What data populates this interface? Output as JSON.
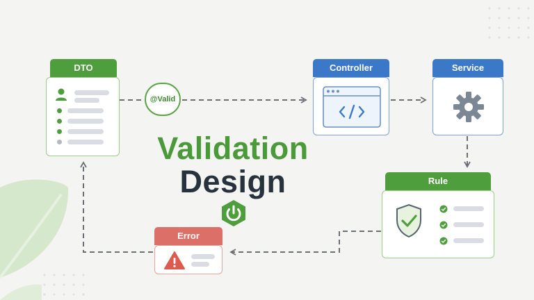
{
  "title": {
    "line1": "Validation",
    "line2": "Design"
  },
  "annotation": {
    "valid": "@Valid"
  },
  "nodes": {
    "dto": {
      "label": "DTO"
    },
    "controller": {
      "label": "Controller"
    },
    "service": {
      "label": "Service"
    },
    "rule": {
      "label": "Rule"
    },
    "error": {
      "label": "Error"
    }
  },
  "icons": {
    "dto": "user-icon",
    "controller": "code-window-icon",
    "service": "gear-icon",
    "rule": "shield-check-icon",
    "error": "warning-icon",
    "center": "power-icon",
    "background": "leaf-icon"
  },
  "colors": {
    "green": "#4f9e3d",
    "blue": "#3c78c8",
    "red": "#dc7068",
    "text_dark": "#27323d",
    "background": "#f4f4f2"
  }
}
